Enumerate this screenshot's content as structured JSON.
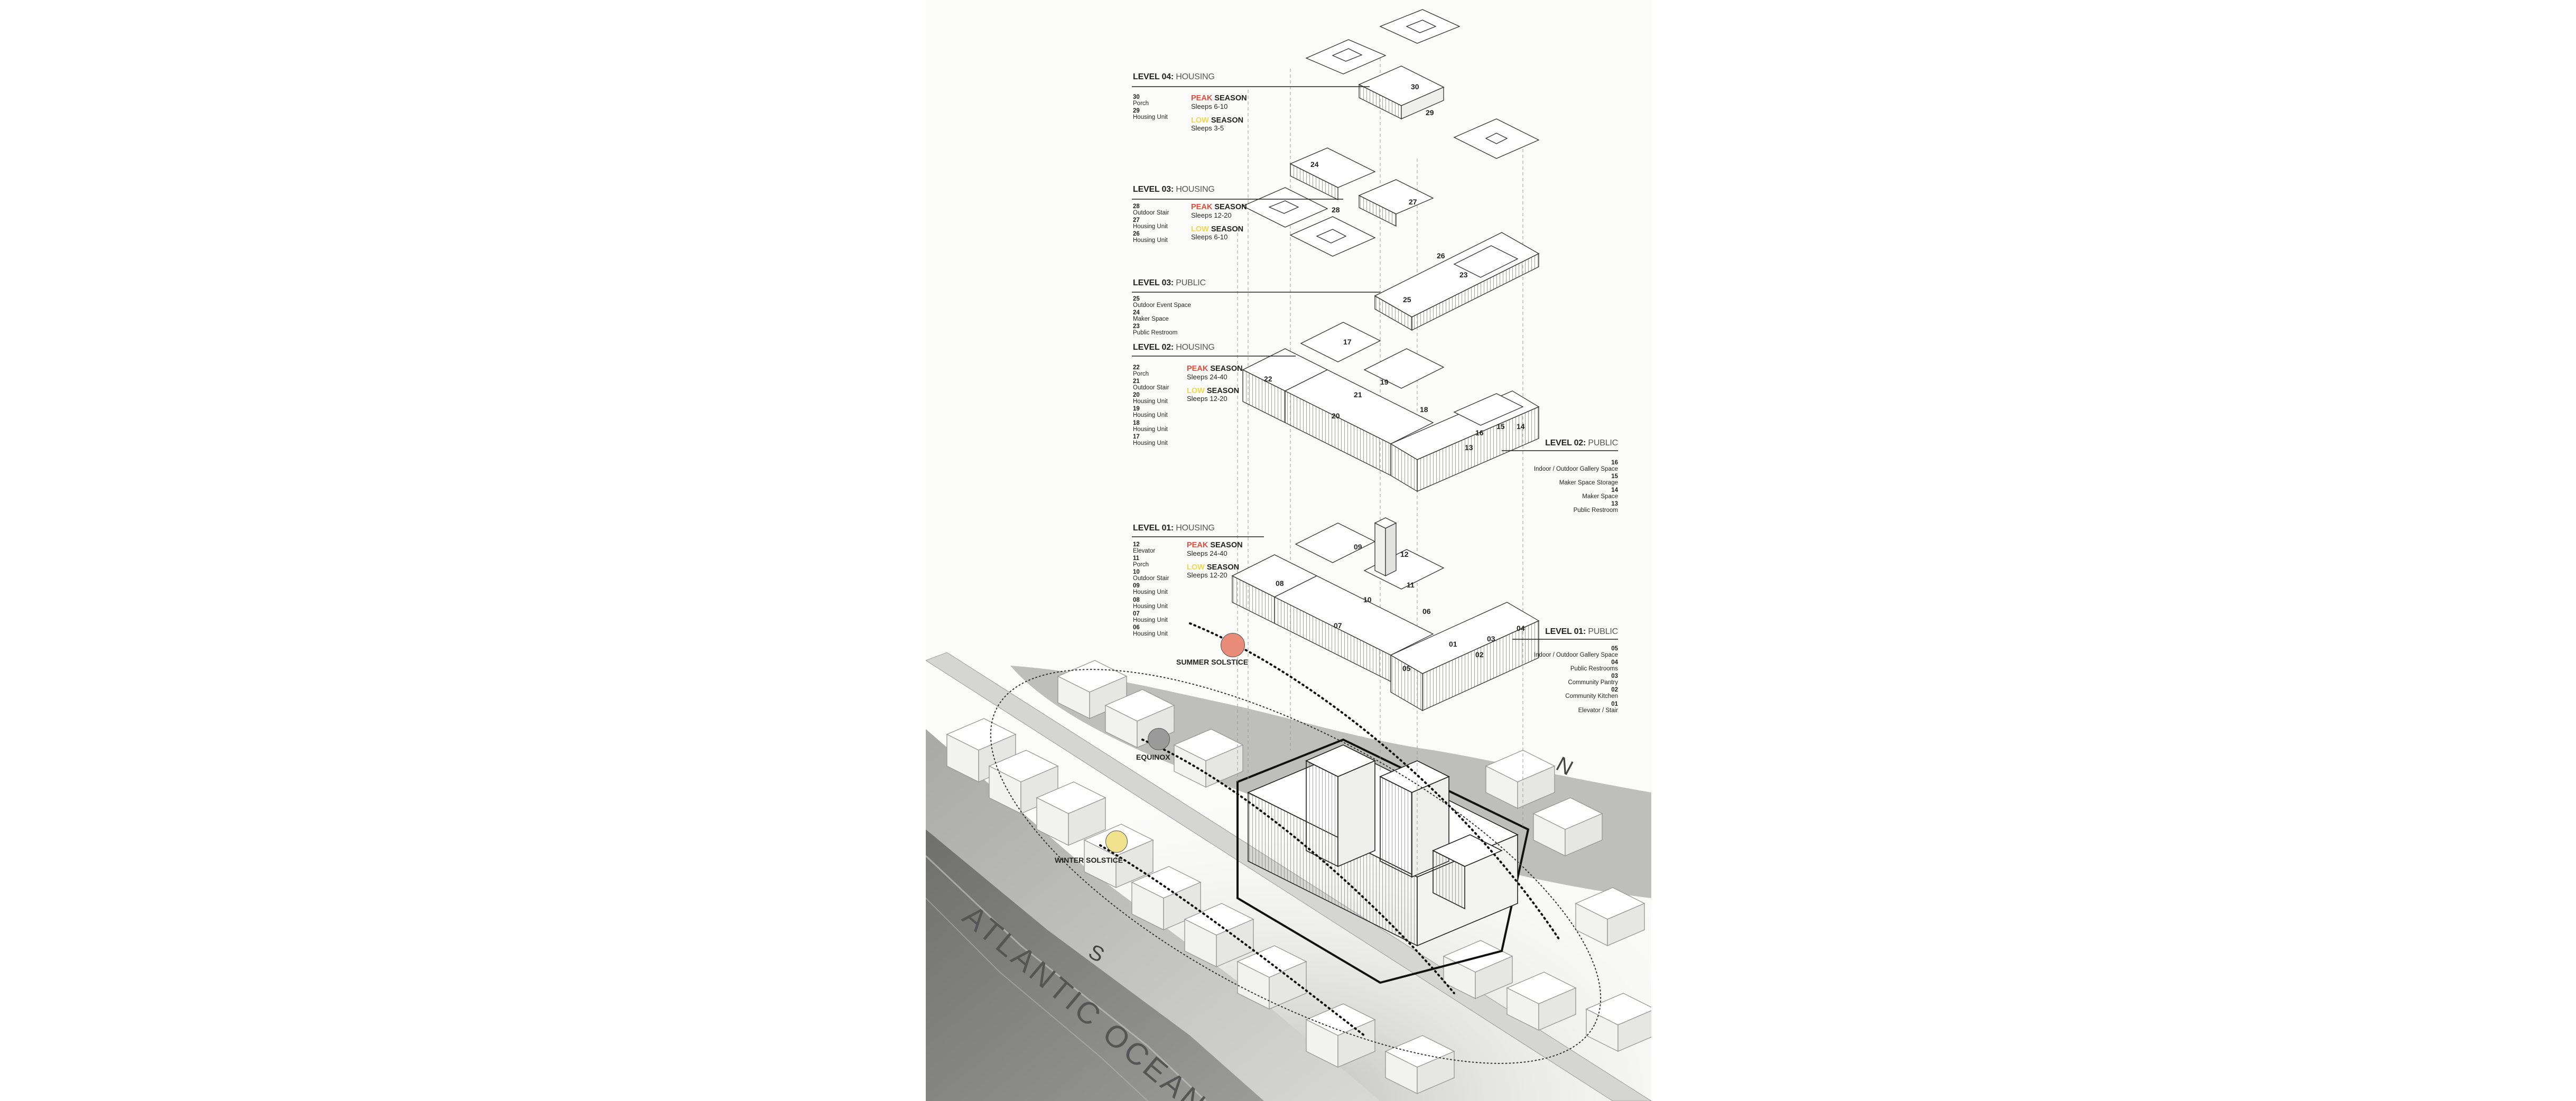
{
  "levels": {
    "l04_housing": {
      "title": "LEVEL 04:",
      "subtitle": "HOUSING",
      "items": [
        {
          "num": "30",
          "label": "Porch"
        },
        {
          "num": "29",
          "label": "Housing Unit"
        }
      ],
      "peak": {
        "word": "PEAK",
        "season": "SEASON",
        "sleeps": "Sleeps 6-10"
      },
      "low": {
        "word": "LOW",
        "season": "SEASON",
        "sleeps": "Sleeps 3-5"
      }
    },
    "l03_housing": {
      "title": "LEVEL 03:",
      "subtitle": "HOUSING",
      "items": [
        {
          "num": "28",
          "label": "Outdoor Stair"
        },
        {
          "num": "27",
          "label": "Housing Unit"
        },
        {
          "num": "26",
          "label": "Housing Unit"
        }
      ],
      "peak": {
        "word": "PEAK",
        "season": "SEASON",
        "sleeps": "Sleeps 12-20"
      },
      "low": {
        "word": "LOW",
        "season": "SEASON",
        "sleeps": "Sleeps 6-10"
      }
    },
    "l03_public": {
      "title": "LEVEL 03:",
      "subtitle": "PUBLIC",
      "items": [
        {
          "num": "25",
          "label": "Outdoor Event Space"
        },
        {
          "num": "24",
          "label": "Maker Space"
        },
        {
          "num": "23",
          "label": "Public Restroom"
        }
      ]
    },
    "l02_housing": {
      "title": "LEVEL 02:",
      "subtitle": "HOUSING",
      "items": [
        {
          "num": "22",
          "label": "Porch"
        },
        {
          "num": "21",
          "label": "Outdoor Stair"
        },
        {
          "num": "20",
          "label": "Housing Unit"
        },
        {
          "num": "19",
          "label": "Housing Unit"
        },
        {
          "num": "18",
          "label": "Housing Unit"
        },
        {
          "num": "17",
          "label": "Housing Unit"
        }
      ],
      "peak": {
        "word": "PEAK",
        "season": "SEASON",
        "sleeps": "Sleeps 24-40"
      },
      "low": {
        "word": "LOW",
        "season": "SEASON",
        "sleeps": "Sleeps 12-20"
      }
    },
    "l02_public": {
      "title": "LEVEL 02:",
      "subtitle": "PUBLIC",
      "items": [
        {
          "num": "16",
          "label": "Indoor / Outdoor Gallery Space"
        },
        {
          "num": "15",
          "label": "Maker Space Storage"
        },
        {
          "num": "14",
          "label": "Maker Space"
        },
        {
          "num": "13",
          "label": "Public Restroom"
        }
      ]
    },
    "l01_housing": {
      "title": "LEVEL 01:",
      "subtitle": "HOUSING",
      "items": [
        {
          "num": "12",
          "label": "Elevator"
        },
        {
          "num": "11",
          "label": "Porch"
        },
        {
          "num": "10",
          "label": "Outdoor Stair"
        },
        {
          "num": "09",
          "label": "Housing Unit"
        },
        {
          "num": "08",
          "label": "Housing Unit"
        },
        {
          "num": "07",
          "label": "Housing Unit"
        },
        {
          "num": "06",
          "label": "Housing Unit"
        }
      ],
      "peak": {
        "word": "PEAK",
        "season": "SEASON",
        "sleeps": "Sleeps 24-40"
      },
      "low": {
        "word": "LOW",
        "season": "SEASON",
        "sleeps": "Sleeps 12-20"
      }
    },
    "l01_public": {
      "title": "LEVEL 01:",
      "subtitle": "PUBLIC",
      "items": [
        {
          "num": "05",
          "label": "Indoor / Outdoor Gallery Space"
        },
        {
          "num": "04",
          "label": "Public Restrooms"
        },
        {
          "num": "03",
          "label": "Community Pantry"
        },
        {
          "num": "02",
          "label": "Community Kitchen"
        },
        {
          "num": "01",
          "label": "Elevator / Stair"
        }
      ]
    }
  },
  "sun_path": {
    "summer": "SUMMER SOLSTICE",
    "equinox": "EQUINOX",
    "winter": "WINTER SOLSTICE",
    "colors": {
      "summer": "#e98c7a",
      "equinox": "#9a9a9a",
      "winter": "#f1e28e"
    }
  },
  "site": {
    "ocean": "ATLANTIC OCEAN",
    "north": "N",
    "south": "S"
  },
  "plan_numbers": [
    "30",
    "29",
    "24",
    "28",
    "27",
    "26",
    "25",
    "23",
    "22",
    "21",
    "20",
    "19",
    "18",
    "17",
    "16",
    "15",
    "14",
    "13",
    "12",
    "11",
    "10",
    "09",
    "08",
    "07",
    "06",
    "05",
    "04",
    "03",
    "02",
    "01"
  ],
  "accent": {
    "peak": "#e14b3b",
    "low": "#f2d64b"
  }
}
